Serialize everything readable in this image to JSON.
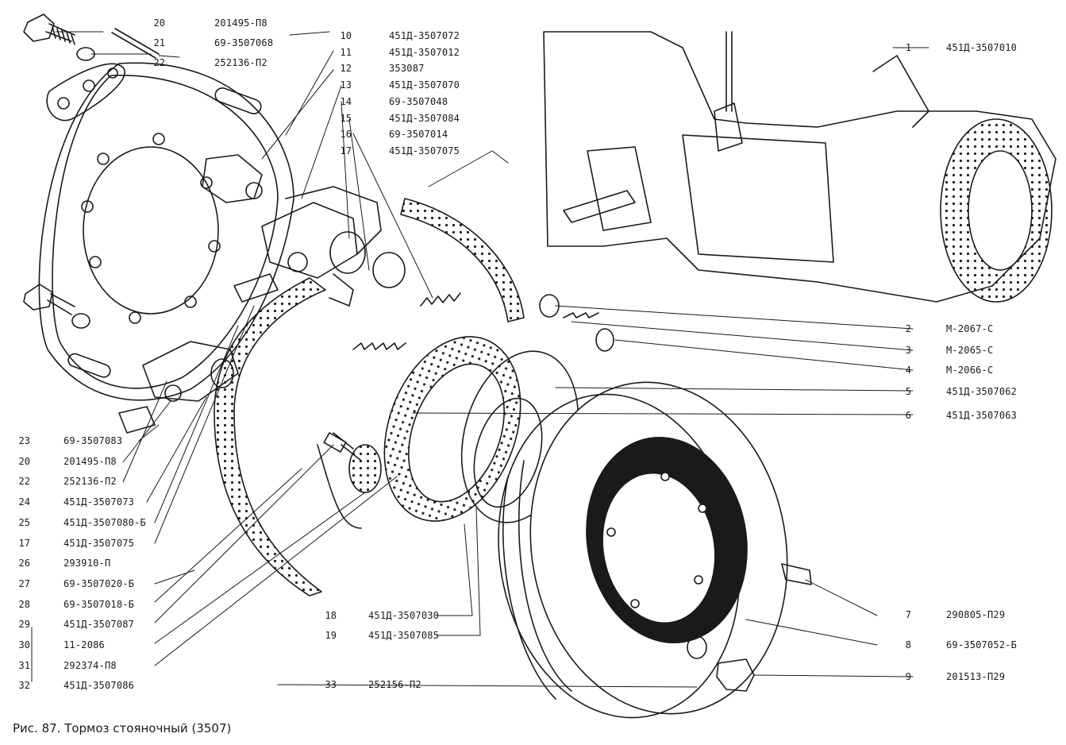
{
  "caption": "Рис. 87. Тормоз стояночный (3507)",
  "callouts_top_left": [
    {
      "num": "20",
      "part": "201495-П8"
    },
    {
      "num": "21",
      "part": "69-3507068"
    },
    {
      "num": "22",
      "part": "252136-П2"
    }
  ],
  "callouts_top_center": [
    {
      "num": "10",
      "part": "451Д-3507072"
    },
    {
      "num": "11",
      "part": "451Д-3507012"
    },
    {
      "num": "12",
      "part": "353087"
    },
    {
      "num": "13",
      "part": "451Д-3507070"
    },
    {
      "num": "14",
      "part": "69-3507048"
    },
    {
      "num": "15",
      "part": "451Д-3507084"
    },
    {
      "num": "16",
      "part": "69-3507014"
    },
    {
      "num": "17",
      "part": "451Д-3507075"
    }
  ],
  "callouts_right": [
    {
      "num": "1",
      "part": "451Д-3507010"
    },
    {
      "num": "2",
      "part": "М-2067-С"
    },
    {
      "num": "3",
      "part": "М-2065-С"
    },
    {
      "num": "4",
      "part": "М-2066-С"
    },
    {
      "num": "5",
      "part": "451Д-3507062"
    },
    {
      "num": "6",
      "part": "451Д-3507063"
    },
    {
      "num": "7",
      "part": "290805-П29"
    },
    {
      "num": "8",
      "part": "69-3507052-Б"
    },
    {
      "num": "9",
      "part": "201513-П29"
    }
  ],
  "callouts_bottom_left": [
    {
      "num": "23",
      "part": "69-3507083"
    },
    {
      "num": "20",
      "part": "201495-П8"
    },
    {
      "num": "22",
      "part": "252136-П2"
    },
    {
      "num": "24",
      "part": "451Д-3507073"
    },
    {
      "num": "25",
      "part": "451Д-3507080-Б"
    },
    {
      "num": "17",
      "part": "451Д-3507075"
    },
    {
      "num": "26",
      "part": "293910-П"
    },
    {
      "num": "27",
      "part": "69-3507020-Б"
    },
    {
      "num": "28",
      "part": "69-3507018-Б"
    },
    {
      "num": "29",
      "part": "451Д-3507087"
    },
    {
      "num": "30",
      "part": "11-2086"
    },
    {
      "num": "31",
      "part": "292374-П8"
    },
    {
      "num": "32",
      "part": "451Д-3507086"
    }
  ],
  "callouts_bottom_center": [
    {
      "num": "18",
      "part": "451Д-3507030"
    },
    {
      "num": "19",
      "part": "451Д-3507085"
    },
    {
      "num": "33",
      "part": "252156-П2"
    }
  ]
}
